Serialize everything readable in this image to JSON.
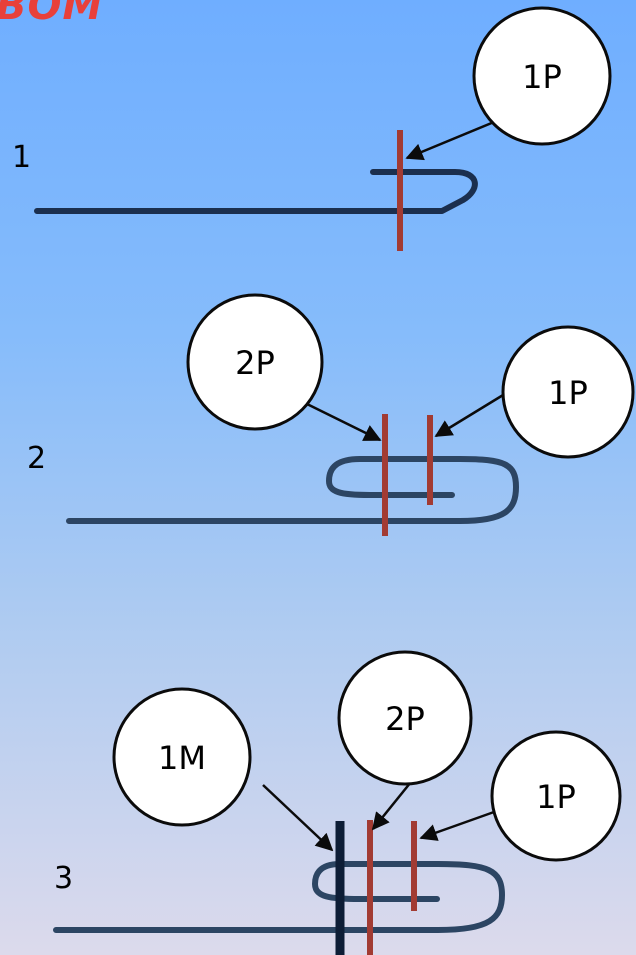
{
  "title_fragment": "ВОМ",
  "colors": {
    "cable": "#1b2f4e",
    "cable_light": "#2c4563",
    "marker_red": "#a23b33",
    "marker_dark": "#0d1d36",
    "bubble_fill": "#ffffff",
    "bubble_stroke": "#0b0b0b"
  },
  "steps": [
    {
      "number": "1",
      "bubbles": [
        {
          "label": "1P"
        }
      ]
    },
    {
      "number": "2",
      "bubbles": [
        {
          "label": "2P"
        },
        {
          "label": "1P"
        }
      ]
    },
    {
      "number": "3",
      "bubbles": [
        {
          "label": "1M"
        },
        {
          "label": "2P"
        },
        {
          "label": "1P"
        }
      ]
    }
  ]
}
